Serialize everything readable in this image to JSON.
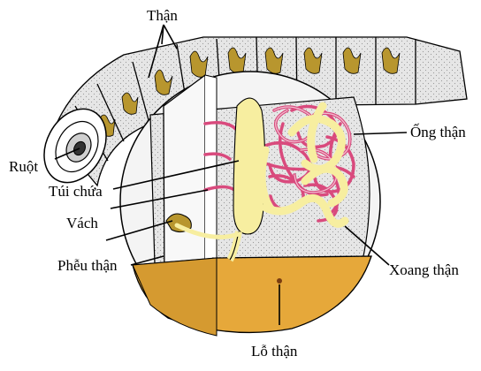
{
  "labels": {
    "than": "Thận",
    "ruot": "Ruột",
    "tui_chua": "Túi chứa",
    "vach": "Vách",
    "pheu_than": "Phễu thận",
    "ong_than": "Ống thận",
    "xoang_than": "Xoang thận",
    "lo_than": "Lỗ thận"
  },
  "colors": {
    "tubule_pink": "#d94a7d",
    "sac_yellow": "#f7eea0",
    "sinus_orange": "#e6a83a",
    "cell_fill": "#e9e9e9",
    "nephridia_gold": "#b8962e",
    "outline": "#000000"
  }
}
